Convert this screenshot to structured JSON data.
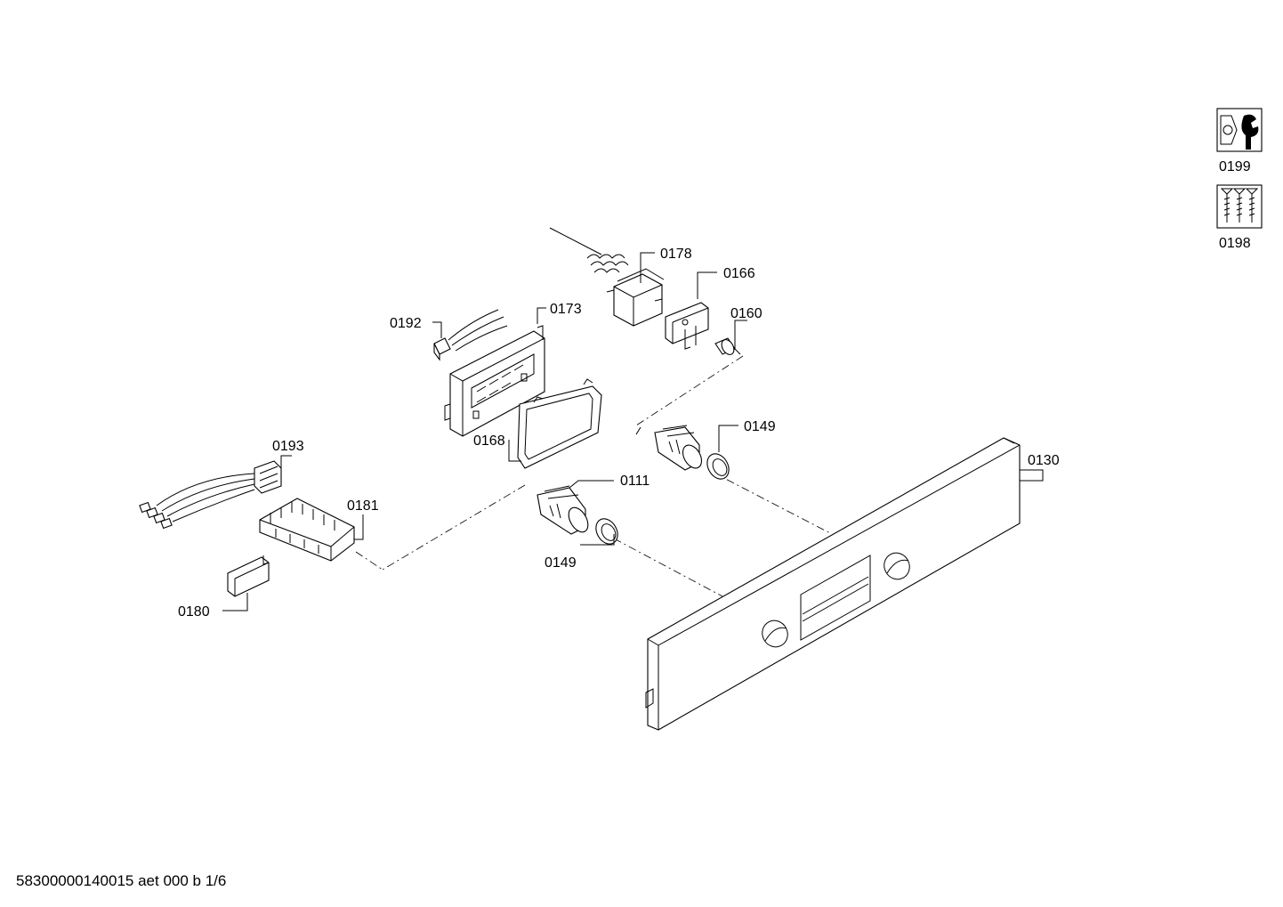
{
  "parts": {
    "p0130": "0130",
    "p0111": "0111",
    "p0149a": "0149",
    "p0149b": "0149",
    "p0160": "0160",
    "p0166": "0166",
    "p0168": "0168",
    "p0173": "0173",
    "p0178": "0178",
    "p0180": "0180",
    "p0181": "0181",
    "p0192": "0192",
    "p0193": "0193"
  },
  "legend": {
    "tools_label": "0199",
    "screws_label": "0198",
    "tools_icon": "wrench-nut-icon",
    "screws_icon": "screws-icon"
  },
  "footer": {
    "doc_code": "58300000140015 aet 000 b 1/6"
  }
}
